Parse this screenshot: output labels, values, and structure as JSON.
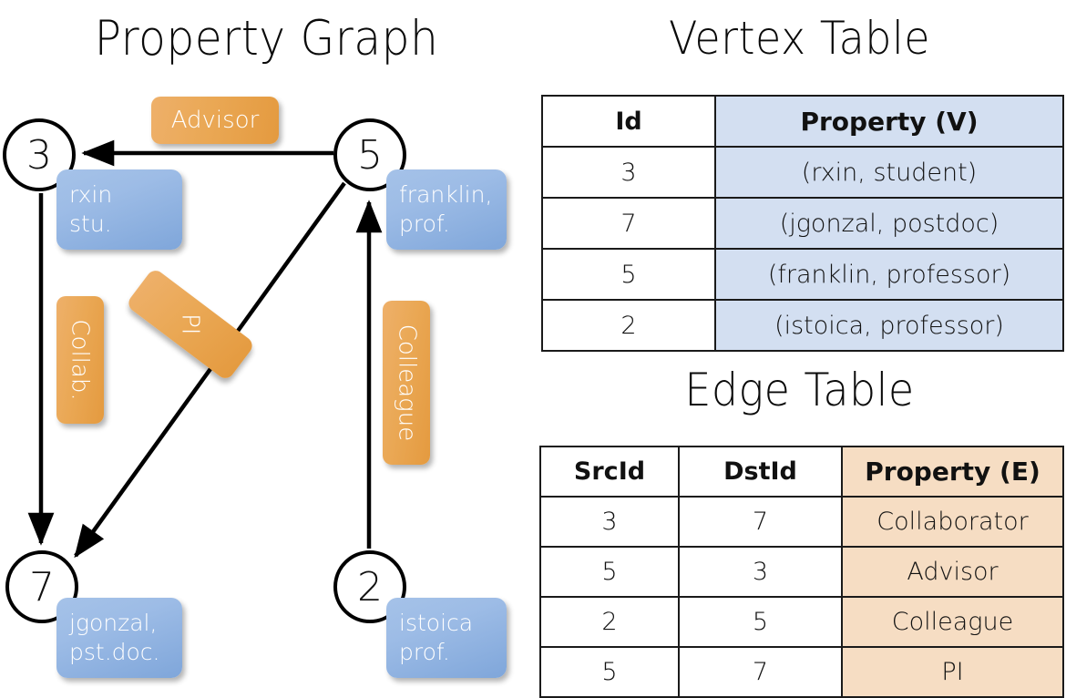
{
  "titles": {
    "property_graph": "Property Graph",
    "vertex_table": "Vertex Table",
    "edge_table": "Edge Table"
  },
  "graph": {
    "nodes": [
      {
        "id": "3",
        "label": "3",
        "property_box": "rxin\nstu."
      },
      {
        "id": "5",
        "label": "5",
        "property_box": "franklin,\nprof."
      },
      {
        "id": "7",
        "label": "7",
        "property_box": "jgonzal,\npst.doc."
      },
      {
        "id": "2",
        "label": "2",
        "property_box": "istoica\nprof."
      }
    ],
    "edge_labels": [
      {
        "name": "advisor",
        "text": "Advisor"
      },
      {
        "name": "collab",
        "text": "Collab."
      },
      {
        "name": "pi",
        "text": "PI"
      },
      {
        "name": "colleague",
        "text": "Colleague"
      }
    ]
  },
  "vertex_table": {
    "headers": [
      "Id",
      "Property (V)"
    ],
    "rows": [
      [
        "3",
        "(rxin, student)"
      ],
      [
        "7",
        "(jgonzal, postdoc)"
      ],
      [
        "5",
        "(franklin, professor)"
      ],
      [
        "2",
        "(istoica, professor)"
      ]
    ]
  },
  "edge_table": {
    "headers": [
      "SrcId",
      "DstId",
      "Property (E)"
    ],
    "rows": [
      [
        "3",
        "7",
        "Collaborator"
      ],
      [
        "5",
        "3",
        "Advisor"
      ],
      [
        "2",
        "5",
        "Colleague"
      ],
      [
        "5",
        "7",
        "PI"
      ]
    ]
  },
  "colors": {
    "vertex_property_fill": "#d3dff1",
    "edge_property_fill": "#f6ddc3",
    "node_box_blue": "#9dbce6",
    "edge_label_orange": "#eaa855",
    "stroke": "#000000"
  }
}
